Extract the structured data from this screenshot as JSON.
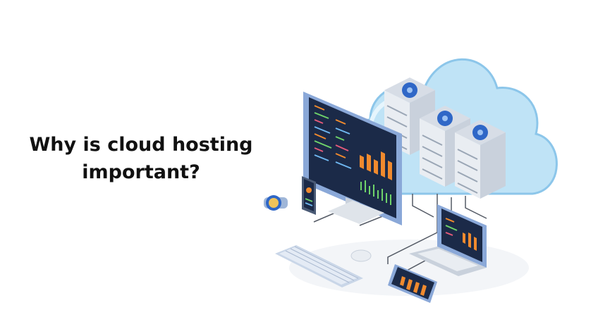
{
  "headline": {
    "line1": "Why is cloud hosting",
    "line2": "important?"
  },
  "illustration": {
    "icon": "cloud-hosting-illustration",
    "colors": {
      "cloud": "#bfe3f6",
      "cloud_edge": "#8cc6ea",
      "server": "#e9edf2",
      "server_side": "#c9d1dc",
      "fan": "#2f67c7",
      "screen": "#1b2a48",
      "chart_orange": "#f08a2e",
      "chart_green": "#6fd36a",
      "device_body": "#dfe4ea",
      "cable": "#555b66"
    }
  }
}
